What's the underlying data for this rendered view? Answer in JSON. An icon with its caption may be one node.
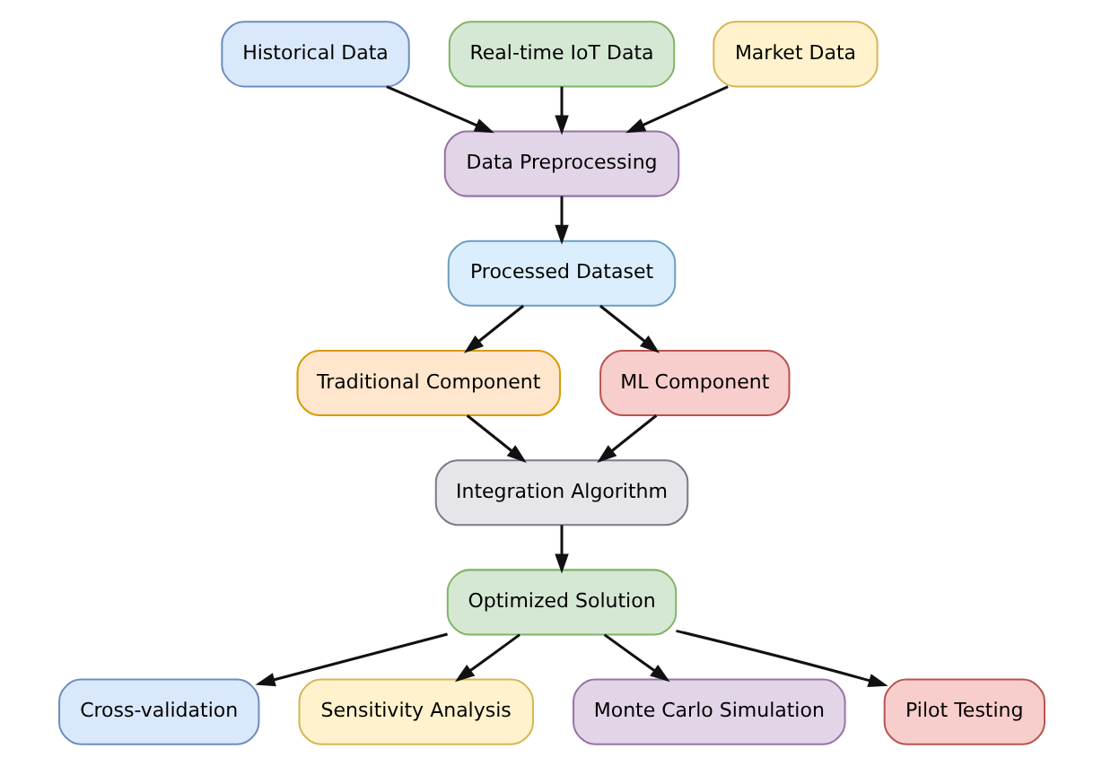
{
  "diagram": {
    "nodes": [
      {
        "text": [
          "Historical Data"
        ]
      },
      {
        "text": [
          "Real-time IoT Data"
        ]
      },
      {
        "text": [
          "Market Data"
        ]
      },
      {
        "text": [
          "Data Preprocessing"
        ]
      },
      {
        "text": [
          "Processed Dataset"
        ]
      },
      {
        "text": [
          "Traditional Component"
        ]
      },
      {
        "text": [
          "ML Component"
        ]
      },
      {
        "text": [
          "Integration Algorithm"
        ]
      },
      {
        "text": [
          "Optimized Solution"
        ]
      },
      {
        "text": [
          "Cross-validation"
        ]
      },
      {
        "text": [
          "Sensitivity Analysis"
        ]
      },
      {
        "text": [
          "Monte Carlo Simulation"
        ]
      },
      {
        "text": [
          "Pilot Testing"
        ]
      }
    ],
    "edges": [
      {
        "from": 0,
        "to": 3,
        "arrow": "to"
      },
      {
        "from": 1,
        "to": 3,
        "arrow": "to"
      },
      {
        "from": 2,
        "to": 3,
        "arrow": "to"
      },
      {
        "from": 3,
        "to": 4,
        "arrow": "to"
      },
      {
        "from": 4,
        "to": 5,
        "arrow": "to"
      },
      {
        "from": 4,
        "to": 6,
        "arrow": "to"
      },
      {
        "from": 5,
        "to": 7,
        "arrow": "to"
      },
      {
        "from": 6,
        "to": 7,
        "arrow": "to"
      },
      {
        "from": 7,
        "to": 8,
        "arrow": "to"
      },
      {
        "from": 8,
        "to": 9,
        "arrow": "to"
      },
      {
        "from": 8,
        "to": 10,
        "arrow": "to"
      },
      {
        "from": 8,
        "to": 11,
        "arrow": "to"
      },
      {
        "from": 8,
        "to": 12,
        "arrow": "to"
      }
    ]
  }
}
